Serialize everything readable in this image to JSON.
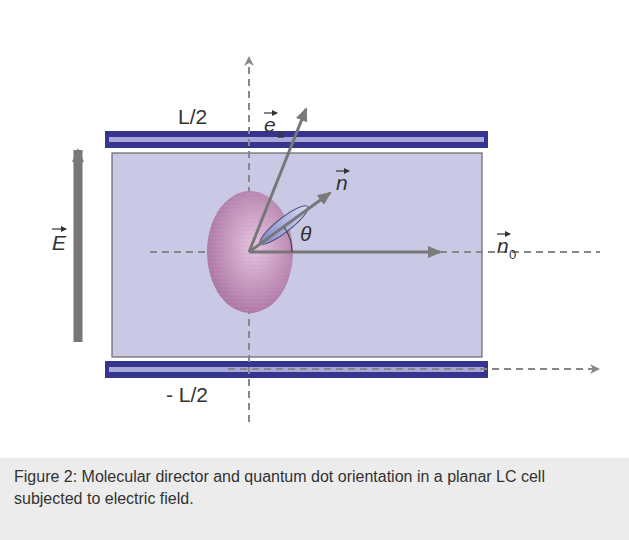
{
  "diagram": {
    "caption": "Figure 2: Molecular director and quantum dot orientation in a planar LC cell subjected to electric field.",
    "labels": [
      "L/2",
      "- L/2",
      "e",
      "a",
      "n",
      "θ",
      "n",
      "0",
      "E"
    ]
  }
}
